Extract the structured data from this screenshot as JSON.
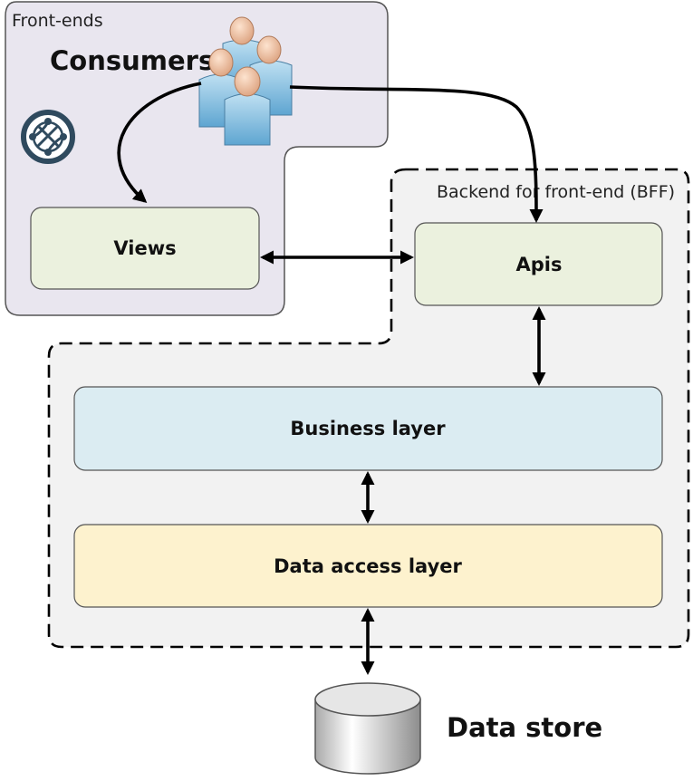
{
  "frontends": {
    "label": "Front-ends"
  },
  "consumers": {
    "label": "Consumers",
    "icon": "users-icon"
  },
  "globe": {
    "icon": "globe-network-icon"
  },
  "bff": {
    "label": "Backend for front-end (BFF)"
  },
  "boxes": {
    "views": "Views",
    "apis": "Apis",
    "business": "Business layer",
    "data_access": "Data access layer"
  },
  "datastore": {
    "label": "Data store",
    "icon": "database-icon"
  },
  "colors": {
    "frontend_bg": "#e9e6ef",
    "bff_bg": "#f2f2f2",
    "green_box": "#ebf1de",
    "blue_box": "#dbecf2",
    "yellow_box": "#fdf2ce",
    "border": "#333333"
  }
}
